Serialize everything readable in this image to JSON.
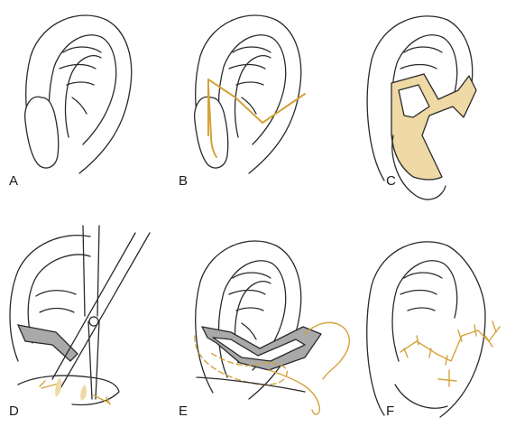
{
  "colors": {
    "line": "#2a2a2a",
    "accent": "#d4a23a",
    "accent_fill": "#efd9a4",
    "flap_gray": "#a9a9a9"
  },
  "panels": [
    {
      "label": "A",
      "content": "ear-outline"
    },
    {
      "label": "B",
      "content": "incision-lines"
    },
    {
      "label": "C",
      "content": "excised-area"
    },
    {
      "label": "D",
      "content": "scissors-dissection"
    },
    {
      "label": "E",
      "content": "flap-suturing"
    },
    {
      "label": "F",
      "content": "closed-sutures"
    }
  ]
}
